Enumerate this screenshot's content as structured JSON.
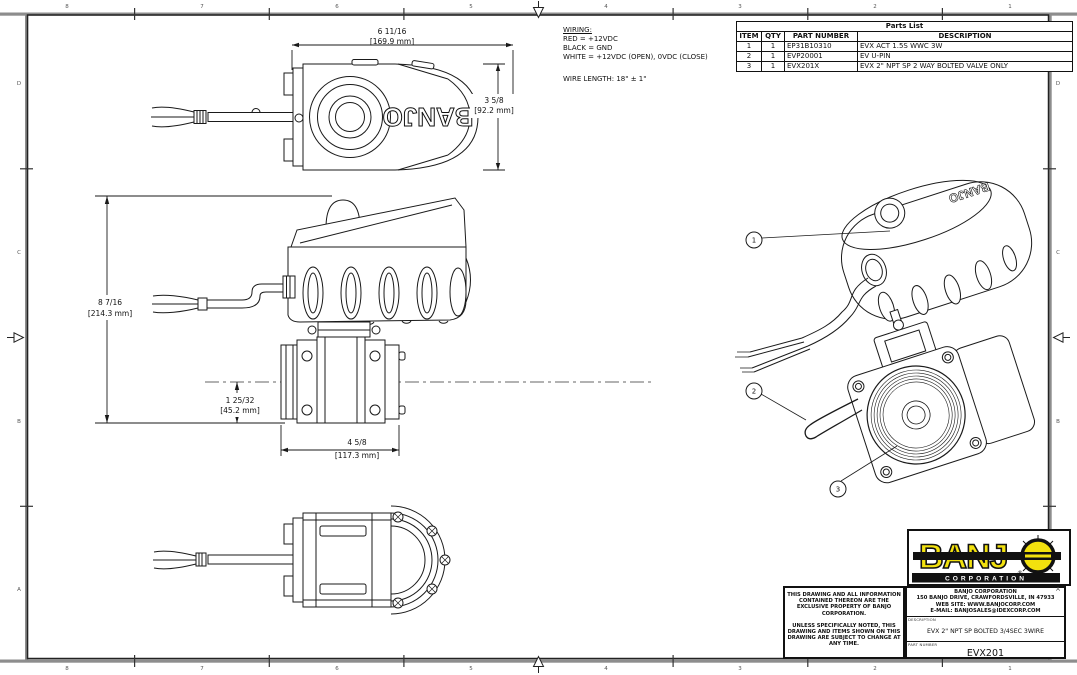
{
  "sheet": {
    "zones_top": [
      "8",
      "7",
      "6",
      "5",
      "4",
      "3",
      "2",
      "1"
    ],
    "zones_bottom": [
      "8",
      "7",
      "6",
      "5",
      "4",
      "3",
      "2",
      "1"
    ],
    "zones_left": [
      "D",
      "C",
      "B",
      "A"
    ],
    "zones_right": [
      "D",
      "C",
      "B",
      "A"
    ],
    "line_color": "#1a1a1a",
    "frame_color": "#8d8d8d"
  },
  "notes": {
    "wiring_title": "WIRING:",
    "line_red": "RED = +12VDC",
    "line_black": "BLACK = GND",
    "line_white": "WHITE = +12VDC (OPEN), 0VDC (CLOSE)",
    "wire_length": "WIRE LENGTH: 18\" ± 1\""
  },
  "parts_list": {
    "title": "Parts List",
    "columns": [
      "ITEM",
      "QTY",
      "PART NUMBER",
      "DESCRIPTION"
    ],
    "rows": [
      [
        "1",
        "1",
        "EP31B10310",
        "EVX ACT 1.5S WWC 3W"
      ],
      [
        "2",
        "1",
        "EVP20001",
        "EV U-PIN"
      ],
      [
        "3",
        "1",
        "EVX201X",
        "EVX 2\" NPT SP 2 WAY BOLTED VALVE ONLY"
      ]
    ]
  },
  "dimensions": {
    "top_width": "6 11/16",
    "top_width_mm": "[169.9 mm]",
    "top_height": "3 5/8",
    "top_height_mm": "[92.2 mm]",
    "front_height": "8 7/16",
    "front_height_mm": "[214.3 mm]",
    "front_center_offset": "1 25/32",
    "front_center_offset_mm": "[45.2 mm]",
    "front_width": "4 5/8",
    "front_width_mm": "[117.3 mm]"
  },
  "drawing": {
    "actuator_logo_text": "BANJO",
    "balloon_1": "1",
    "balloon_2": "2",
    "balloon_3": "3"
  },
  "logo": {
    "wordmark": "BANJ",
    "corporation": "CORPORATION",
    "registered": "®",
    "yellow": "#f2e10e"
  },
  "title_block": {
    "legal_p1": "THIS DRAWING AND ALL INFORMATION CONTAINED THEREON ARE THE EXCLUSIVE PROPERTY OF BANJO CORPORATION.",
    "legal_p2": "UNLESS SPECIFICALLY NOTED, THIS DRAWING AND ITEMS SHOWN ON THIS DRAWING ARE SUBJECT TO CHANGE AT ANY TIME.",
    "company_1": "BANJO CORPORATION",
    "company_2": "150 BANJO DRIVE, CRAWFORDSVILLE, IN 47933",
    "company_3": "WEB SITE: WWW.BANJOCORP.COM",
    "company_4": "E-MAIL: BANJOSALES@IDEXCORP.COM",
    "description_label": "DESCRIPTION",
    "description": "EVX 2\" NPT SP BOLTED 3/4SEC 3WIRE",
    "part_number_label": "PART NUMBER",
    "part_number": "EVX201"
  }
}
